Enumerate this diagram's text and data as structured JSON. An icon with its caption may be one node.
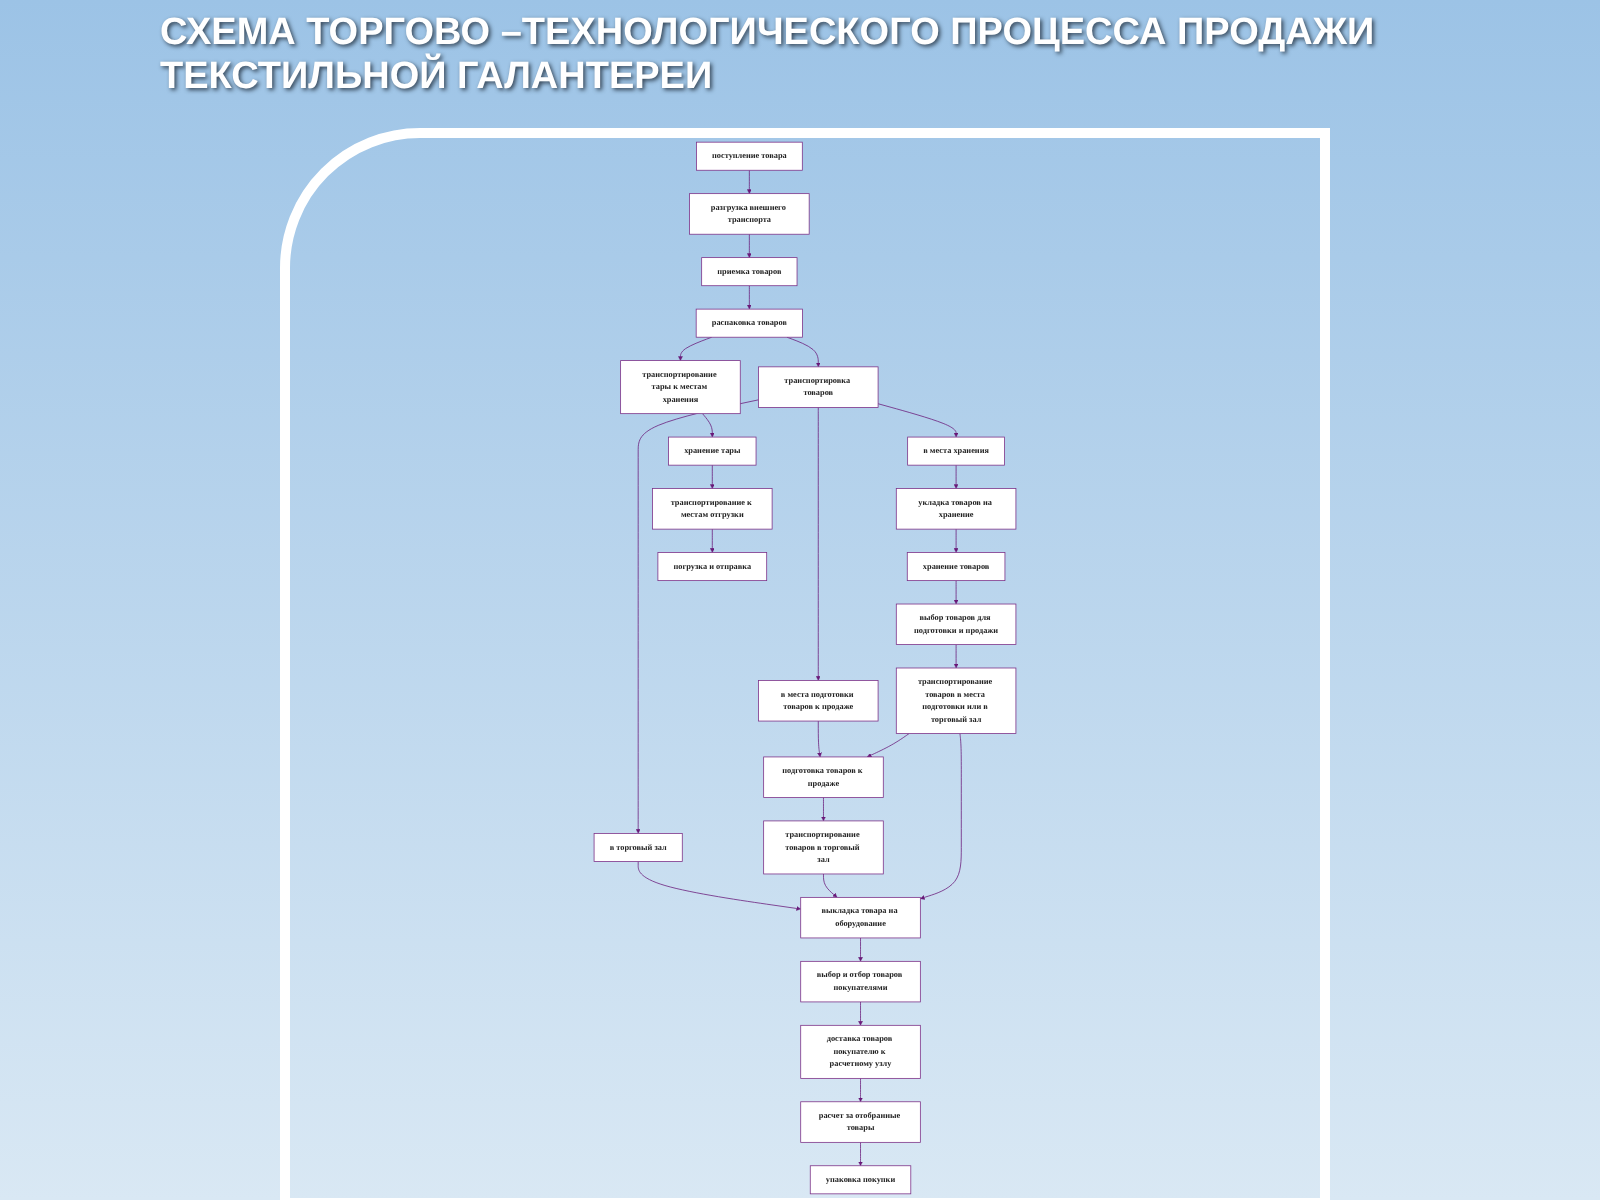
{
  "diagram": {
    "title": "СХЕМА ТОРГОВО –ТЕХНОЛОГИЧЕСКОГО ПРОЦЕССА ПРОДАЖИ ТЕКСТИЛЬНОЙ ГАЛАНТЕРЕИ",
    "nodes": [
      {
        "text": [
          "поступление товара"
        ]
      },
      {
        "text": [
          "разгрузка внешнего транспорта"
        ]
      },
      {
        "text": [
          "приемка товаров"
        ]
      },
      {
        "text": [
          "распаковка товаров"
        ]
      },
      {
        "text": [
          "транспортировка товаров"
        ]
      },
      {
        "text": [
          "транспортирование тары к местам хранения"
        ]
      },
      {
        "text": [
          "в места подготовки товаров к продаже"
        ]
      },
      {
        "text": [
          "в торговый зал"
        ]
      },
      {
        "text": [
          "в места хранения"
        ]
      },
      {
        "text": [
          "хранение тары"
        ]
      },
      {
        "text": [
          "подготовка товаров к продаже"
        ]
      },
      {
        "text": [
          "выкладка товара на оборудование"
        ]
      },
      {
        "text": [
          "укладка товаров на хранение"
        ]
      },
      {
        "text": [
          "транспортирование к местам отгрузки"
        ]
      },
      {
        "text": [
          "транспортирование товаров в торговый зал"
        ]
      },
      {
        "text": [
          "выбор и отбор товаров покупателями"
        ]
      },
      {
        "text": [
          "хранение товаров"
        ]
      },
      {
        "text": [
          "погрузка и отправка"
        ]
      },
      {
        "text": [
          "доставка товаров покупателю к расчетному узлу"
        ]
      },
      {
        "text": [
          "выбор товаров для подготовки и продажи"
        ]
      },
      {
        "text": [
          "расчет за отобранные товары"
        ]
      },
      {
        "text": [
          "транспортирование товаров в места подготовки или в торговый зал"
        ]
      },
      {
        "text": [
          "упаковка покупки"
        ]
      }
    ],
    "edges": [
      {
        "from": 0,
        "to": 1,
        "arrow": "to"
      },
      {
        "from": 1,
        "to": 2,
        "arrow": "to"
      },
      {
        "from": 2,
        "to": 3,
        "arrow": "to"
      },
      {
        "from": 3,
        "to": 4,
        "arrow": "to"
      },
      {
        "from": 3,
        "to": 5,
        "arrow": "to"
      },
      {
        "from": 4,
        "to": 6,
        "arrow": "to"
      },
      {
        "from": 4,
        "to": 7,
        "arrow": "to"
      },
      {
        "from": 4,
        "to": 8,
        "arrow": "to"
      },
      {
        "from": 5,
        "to": 9,
        "arrow": "to"
      },
      {
        "from": 6,
        "to": 10,
        "arrow": "to"
      },
      {
        "from": 7,
        "to": 11,
        "arrow": "to"
      },
      {
        "from": 8,
        "to": 12,
        "arrow": "to"
      },
      {
        "from": 9,
        "to": 13,
        "arrow": "to"
      },
      {
        "from": 10,
        "to": 14,
        "arrow": "to"
      },
      {
        "from": 11,
        "to": 15,
        "arrow": "to"
      },
      {
        "from": 12,
        "to": 16,
        "arrow": "to"
      },
      {
        "from": 13,
        "to": 17,
        "arrow": "to"
      },
      {
        "from": 14,
        "to": 11,
        "arrow": "to"
      },
      {
        "from": 15,
        "to": 18,
        "arrow": "to"
      },
      {
        "from": 16,
        "to": 19,
        "arrow": "to"
      },
      {
        "from": 18,
        "to": 20,
        "arrow": "to"
      },
      {
        "from": 19,
        "to": 21,
        "arrow": "to"
      },
      {
        "from": 20,
        "to": 22,
        "arrow": "to"
      },
      {
        "from": 21,
        "to": 10,
        "arrow": "to"
      },
      {
        "from": 21,
        "to": 11,
        "arrow": "to"
      }
    ]
  }
}
